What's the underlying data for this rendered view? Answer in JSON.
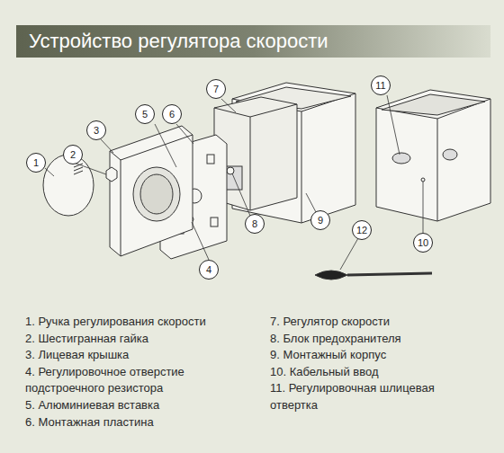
{
  "diagram": {
    "title": "Устройство регулятора скорости",
    "nodes": [
      {
        "text": [
          "1"
        ]
      },
      {
        "text": [
          "2"
        ]
      },
      {
        "text": [
          "3"
        ]
      },
      {
        "text": [
          "4"
        ]
      },
      {
        "text": [
          "5"
        ]
      },
      {
        "text": [
          "6"
        ]
      },
      {
        "text": [
          "7"
        ]
      },
      {
        "text": [
          "8"
        ]
      },
      {
        "text": [
          "9"
        ]
      },
      {
        "text": [
          "10"
        ]
      },
      {
        "text": [
          "11"
        ]
      },
      {
        "text": [
          "12"
        ]
      }
    ],
    "labels": [
      "1. Ручка регулирования скорости",
      "2. Шестигранная гайка",
      "3. Лицевая крышка",
      "4. Регулировочное отверстие подстроечного резистора",
      "5. Алюминиевая вставка",
      "6. Монтажная пластина",
      "7. Регулятор скорости",
      "8. Блок предохранителя",
      "9. Монтажный корпус",
      "10. Кабельный ввод",
      "11. Регулировочная шлицевая отвертка"
    ]
  }
}
